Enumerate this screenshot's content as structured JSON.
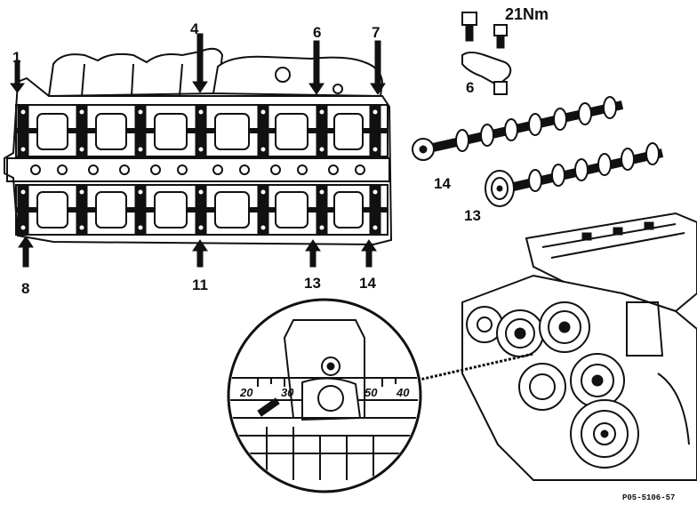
{
  "head_labels": {
    "top_1": "1",
    "top_4": "4",
    "top_6": "6",
    "top_7": "7",
    "bottom_8": "8",
    "bottom_11": "11",
    "bottom_13": "13",
    "bottom_14": "14"
  },
  "exploded": {
    "torque": "21Nm",
    "rocker_label": "6",
    "camshaft_exhaust_label": "14",
    "camshaft_intake_label": "13"
  },
  "detail_scale": {
    "mark_20": "20",
    "mark_30": "30",
    "mark_50": "50",
    "mark_40": "40"
  },
  "figure_ref": "P05-5106-57",
  "colors": {
    "ink": "#111111",
    "paper": "#ffffff"
  }
}
